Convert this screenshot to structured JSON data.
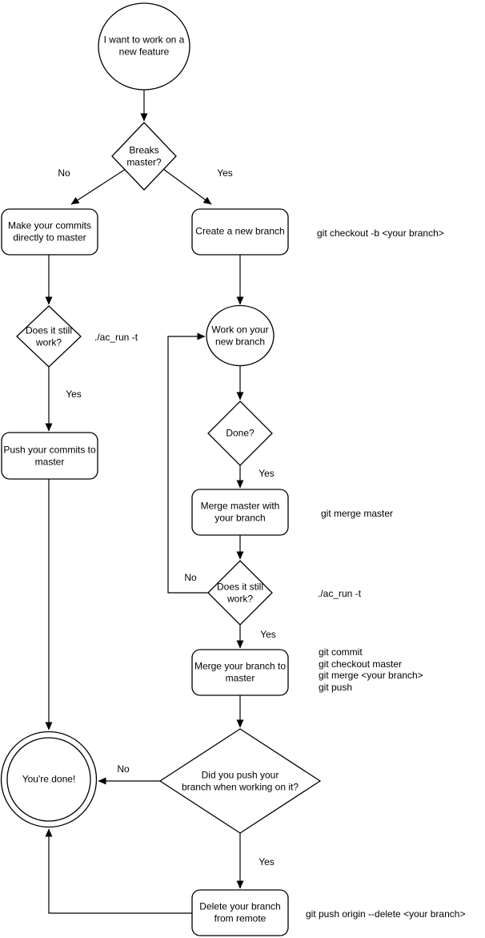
{
  "colors": {
    "background": "#ffffff",
    "stroke": "#000000"
  },
  "nodes": {
    "start": "I want to work on a\nnew feature",
    "breaks_master": "Breaks\nmaster?",
    "make_commits": "Make your commits\ndirectly to master",
    "create_branch": "Create a new branch",
    "still_work_1": "Does it still\nwork?",
    "work_on_branch": "Work on your\nnew branch",
    "done_q": "Done?",
    "merge_master": "Merge master with\nyour branch",
    "still_work_2": "Does it still\nwork?",
    "merge_branch": "Merge your branch to\nmaster",
    "did_you_push": "Did you push your\nbranch when working on it?",
    "push_commits": "Push your commits to\nmaster",
    "youre_done": "You're done!",
    "delete_branch": "Delete your branch\nfrom remote"
  },
  "edge_labels": {
    "no_breaks": "No",
    "yes_breaks": "Yes",
    "yes_still_work_1": "Yes",
    "yes_done": "Yes",
    "no_still_work_2": "No",
    "yes_still_work_2": "Yes",
    "no_did_push": "No",
    "yes_did_push": "Yes"
  },
  "annotations": {
    "checkout_cmd": "git checkout -b <your branch>",
    "ac_run_1": "./ac_run -t",
    "merge_master_cmd": "git merge master",
    "ac_run_2": "./ac_run -t",
    "merge_push_cmds": [
      "git commit",
      "git checkout master",
      "git merge <your branch>",
      "git push"
    ],
    "delete_remote_cmd": "git push origin --delete <your branch>"
  }
}
